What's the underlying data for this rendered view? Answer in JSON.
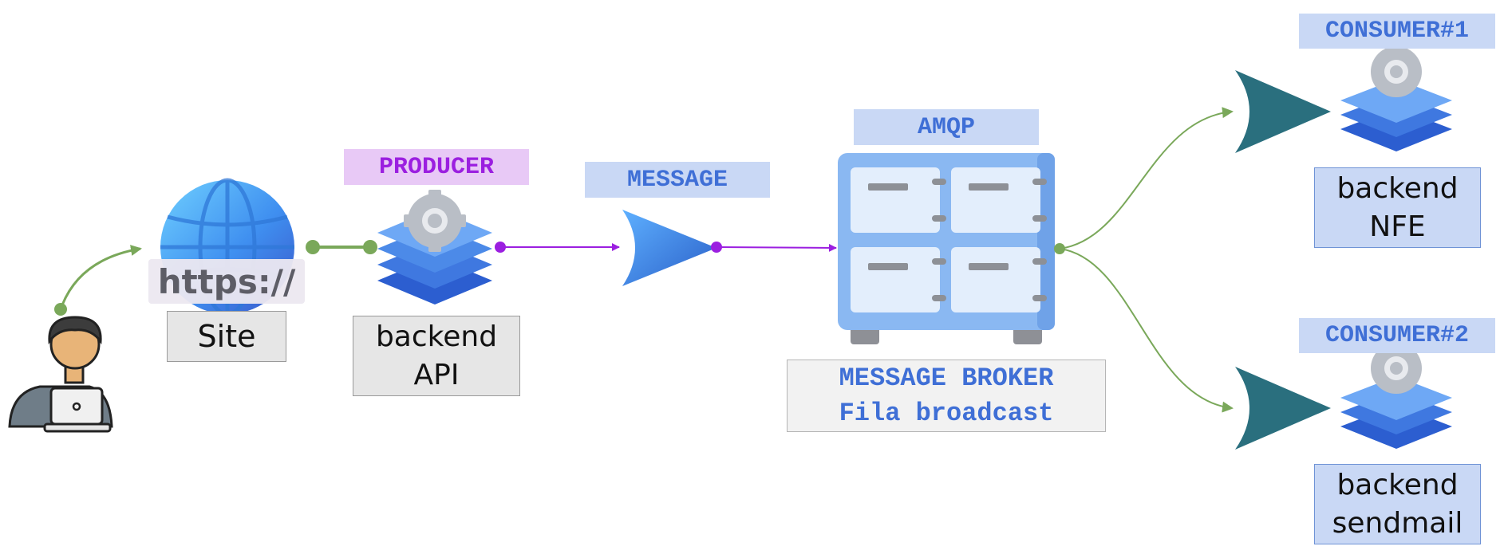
{
  "labels": {
    "site": "Site",
    "https": "https://",
    "producer_tag": "PRODUCER",
    "producer_box": [
      "backend",
      "API"
    ],
    "message_tag": "MESSAGE",
    "amqp_tag": "AMQP",
    "broker_box": [
      "MESSAGE BROKER",
      "Fila broadcast"
    ],
    "consumer1_tag": "CONSUMER#1",
    "consumer1_box": [
      "backend",
      "NFE"
    ],
    "consumer2_tag": "CONSUMER#2",
    "consumer2_box": [
      "backend",
      "sendmail"
    ]
  },
  "colors": {
    "green_connector": "#7aa85a",
    "purple_connector": "#9b1fe0",
    "blue_text": "#3f6fd6",
    "teal_arrow": "#2a6f7e",
    "globe": "#4fa3ef",
    "stack_blue": "#3f78e0"
  },
  "icons": [
    "user-laptop-icon",
    "globe-icon",
    "server-stack-icon",
    "gear-icon",
    "send-arrow-icon",
    "cabinet-icon"
  ]
}
